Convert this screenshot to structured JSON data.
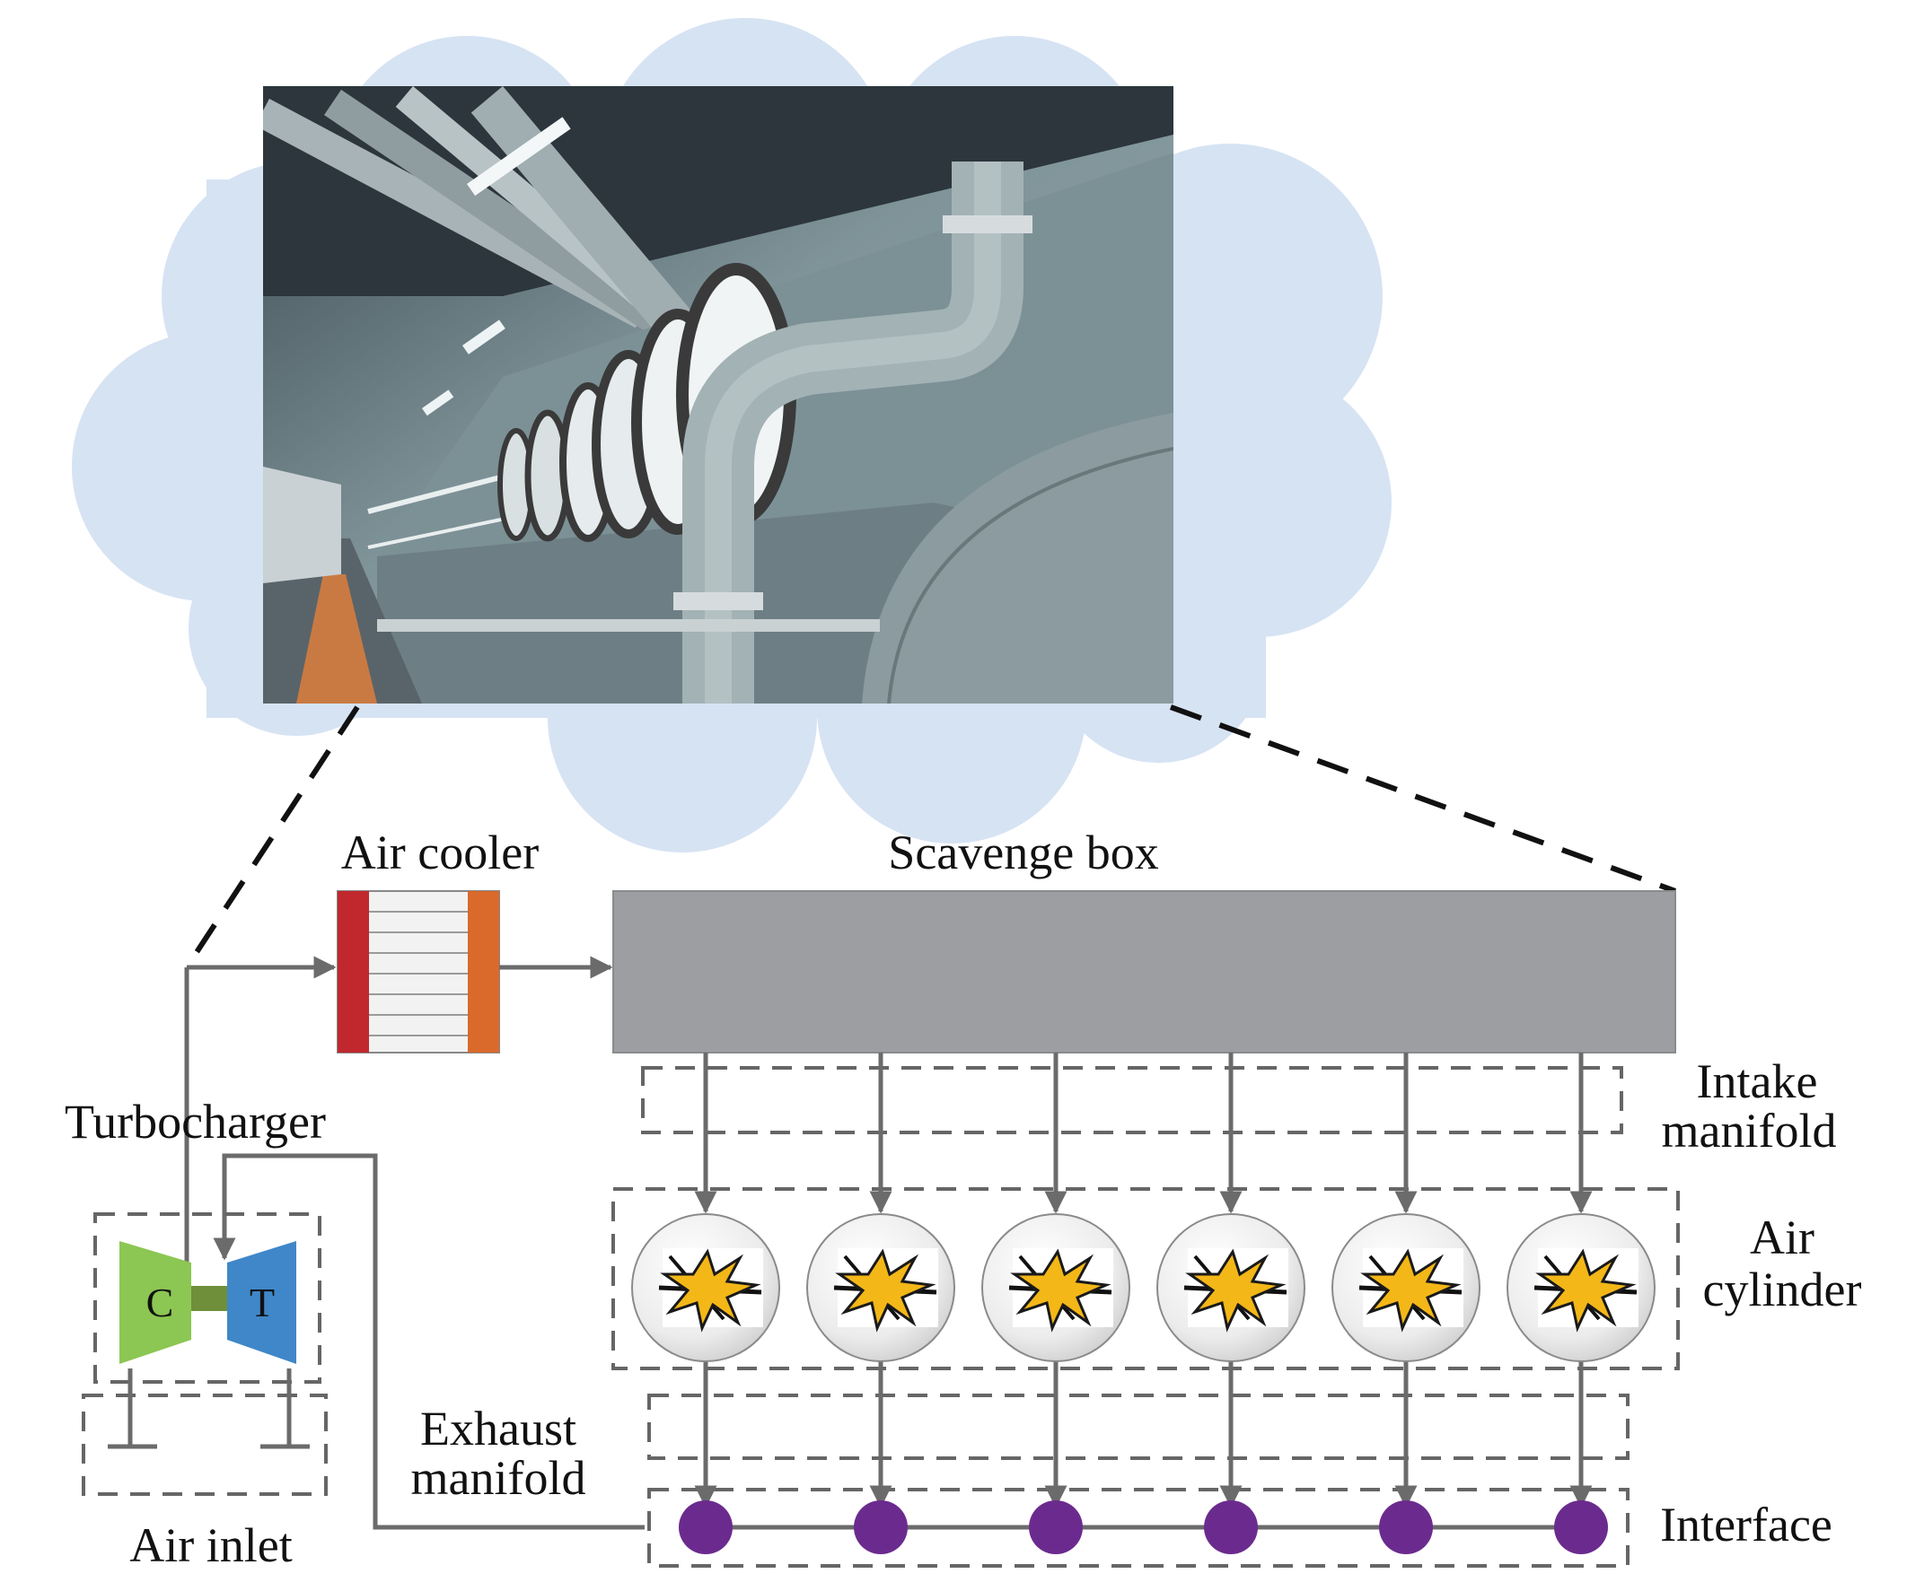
{
  "labels": {
    "air_cooler": "Air cooler",
    "scavenge_box": "Scavenge box",
    "intake_line1": "Intake",
    "intake_line2": "manifold",
    "air_line1": "Air",
    "air_line2": "cylinder",
    "turbocharger": "Turbocharger",
    "exhaust_line1": "Exhaust",
    "exhaust_line2": "manifold",
    "air_inlet": "Air inlet",
    "interface": "Interface",
    "compressor": "C",
    "turbine": "T"
  },
  "cylinder_count": 6,
  "colors": {
    "cloud": "#d6e3f3",
    "flow_line": "#6b6b6b",
    "dashed_border": "#666666",
    "scavenge_box": "#9d9ea2",
    "cooler_red": "#c0282e",
    "cooler_orange": "#d96a2b",
    "compressor": "#8cc653",
    "turbine": "#3f87c8",
    "shaft": "#6f8f3a",
    "interface_node": "#6b2b8e",
    "spark": "#f4b718"
  },
  "icons": {
    "cylinder": "combustion-spark-icon",
    "node": "interface-node-icon"
  }
}
